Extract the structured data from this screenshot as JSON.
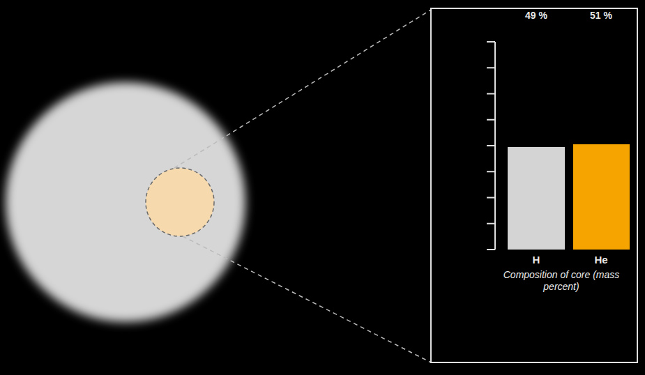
{
  "diagram": {
    "labels": [
      "49 %",
      "51 %",
      "H",
      "He",
      "Composition of core (mass percent)"
    ]
  }
}
